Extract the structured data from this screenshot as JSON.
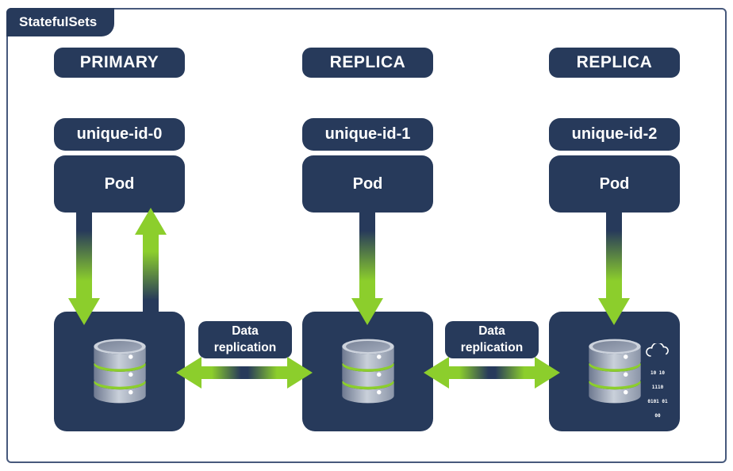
{
  "header": {
    "title": "StatefulSets"
  },
  "columns": [
    {
      "role": "PRIMARY",
      "unique_id": "unique-id-0",
      "pod": "Pod"
    },
    {
      "role": "REPLICA",
      "unique_id": "unique-id-1",
      "pod": "Pod"
    },
    {
      "role": "REPLICA",
      "unique_id": "unique-id-2",
      "pod": "Pod"
    }
  ],
  "replication": {
    "label": "Data replication"
  },
  "cloud_logo": {
    "binary_rows": [
      "10 10",
      "1110",
      "0101 01",
      "00"
    ]
  },
  "icons": {
    "database": "database-cylinder-icon",
    "cloud": "cloud-binary-icon",
    "arrow_down": "gradient-arrow-down-icon",
    "arrow_up": "gradient-arrow-up-icon",
    "arrow_bidirectional": "gradient-arrow-horizontal-icon"
  },
  "colors": {
    "navy": "#273a5b",
    "green": "#8cce2c",
    "frame_border": "#47597c",
    "db_gray_light": "#c9d0da",
    "db_gray_dark": "#6e7990",
    "text": "#ffffff"
  }
}
